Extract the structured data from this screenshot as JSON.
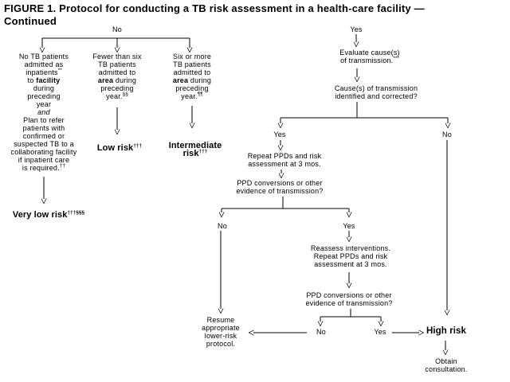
{
  "colors": {
    "background": "#ffffff",
    "text": "#000000",
    "line": "#000000"
  },
  "title": {
    "line1": "FIGURE 1. Protocol for conducting a TB risk assessment in a health-care facility —",
    "line2": "Continued"
  },
  "flow": {
    "no_branch": "No",
    "yes_branch": "Yes",
    "col1": {
      "line1": "No TB patients",
      "line2": "admitted as",
      "line3": "inpatients",
      "line3_sup": "**",
      "line4a": "to",
      "line4b": "facility",
      "line5": "during",
      "line6": "preceding",
      "line7": "year",
      "line8": "and",
      "line9": "Plan to refer",
      "line10": "patients with",
      "line11": "confirmed or",
      "line12": "suspected TB to a",
      "line13": "collaborating facility",
      "line14": "if inpatient care",
      "line15": "is required.",
      "line15_sup": "††",
      "result": "Very low risk",
      "result_sup": "†††§§§"
    },
    "col2": {
      "line1": "Fewer than six",
      "line2": "TB patients",
      "line3": "admitted to",
      "line4a": "area",
      "line4b": "during",
      "line5": "preceding",
      "line6": "year.",
      "line6_sup": "§§",
      "result": "Low risk",
      "result_sup": "†††"
    },
    "col3": {
      "line1": "Six or more",
      "line2": "TB patients",
      "line3": "admitted to",
      "line4a": "area",
      "line4b": "during",
      "line5": "preceding",
      "line6": "year.",
      "line6_sup": "¶¶",
      "result_line1": "Intermediate",
      "result_line2": "risk",
      "result_sup": "†††"
    },
    "right": {
      "evaluate1": "Evaluate cause(s)",
      "evaluate2": "of transmission.",
      "evaluate_sup": "***",
      "q1_line1": "Cause(s) of transmission",
      "q1_line2": "identified and corrected?",
      "q1_yes": "Yes",
      "q1_no": "No",
      "repeat1": "Repeat PPDs and risk",
      "repeat2": "assessment at 3 mos.",
      "q2_line1": "PPD conversions or other",
      "q2_line2": "evidence of transmission?",
      "q2_no": "No",
      "q2_yes": "Yes",
      "reassess1": "Reassess interventions.",
      "reassess2": "Repeat PPDs and risk",
      "reassess3": "assessment at 3 mos.",
      "q3_line1": "PPD conversions or other",
      "q3_line2": "evidence of transmission?",
      "q3_no": "No",
      "q3_yes": "Yes",
      "resume1": "Resume",
      "resume2": "appropriate",
      "resume3": "lower-risk",
      "resume4": "protocol.",
      "high_risk": "High risk",
      "obtain1": "Obtain",
      "obtain2": "consultation."
    }
  }
}
